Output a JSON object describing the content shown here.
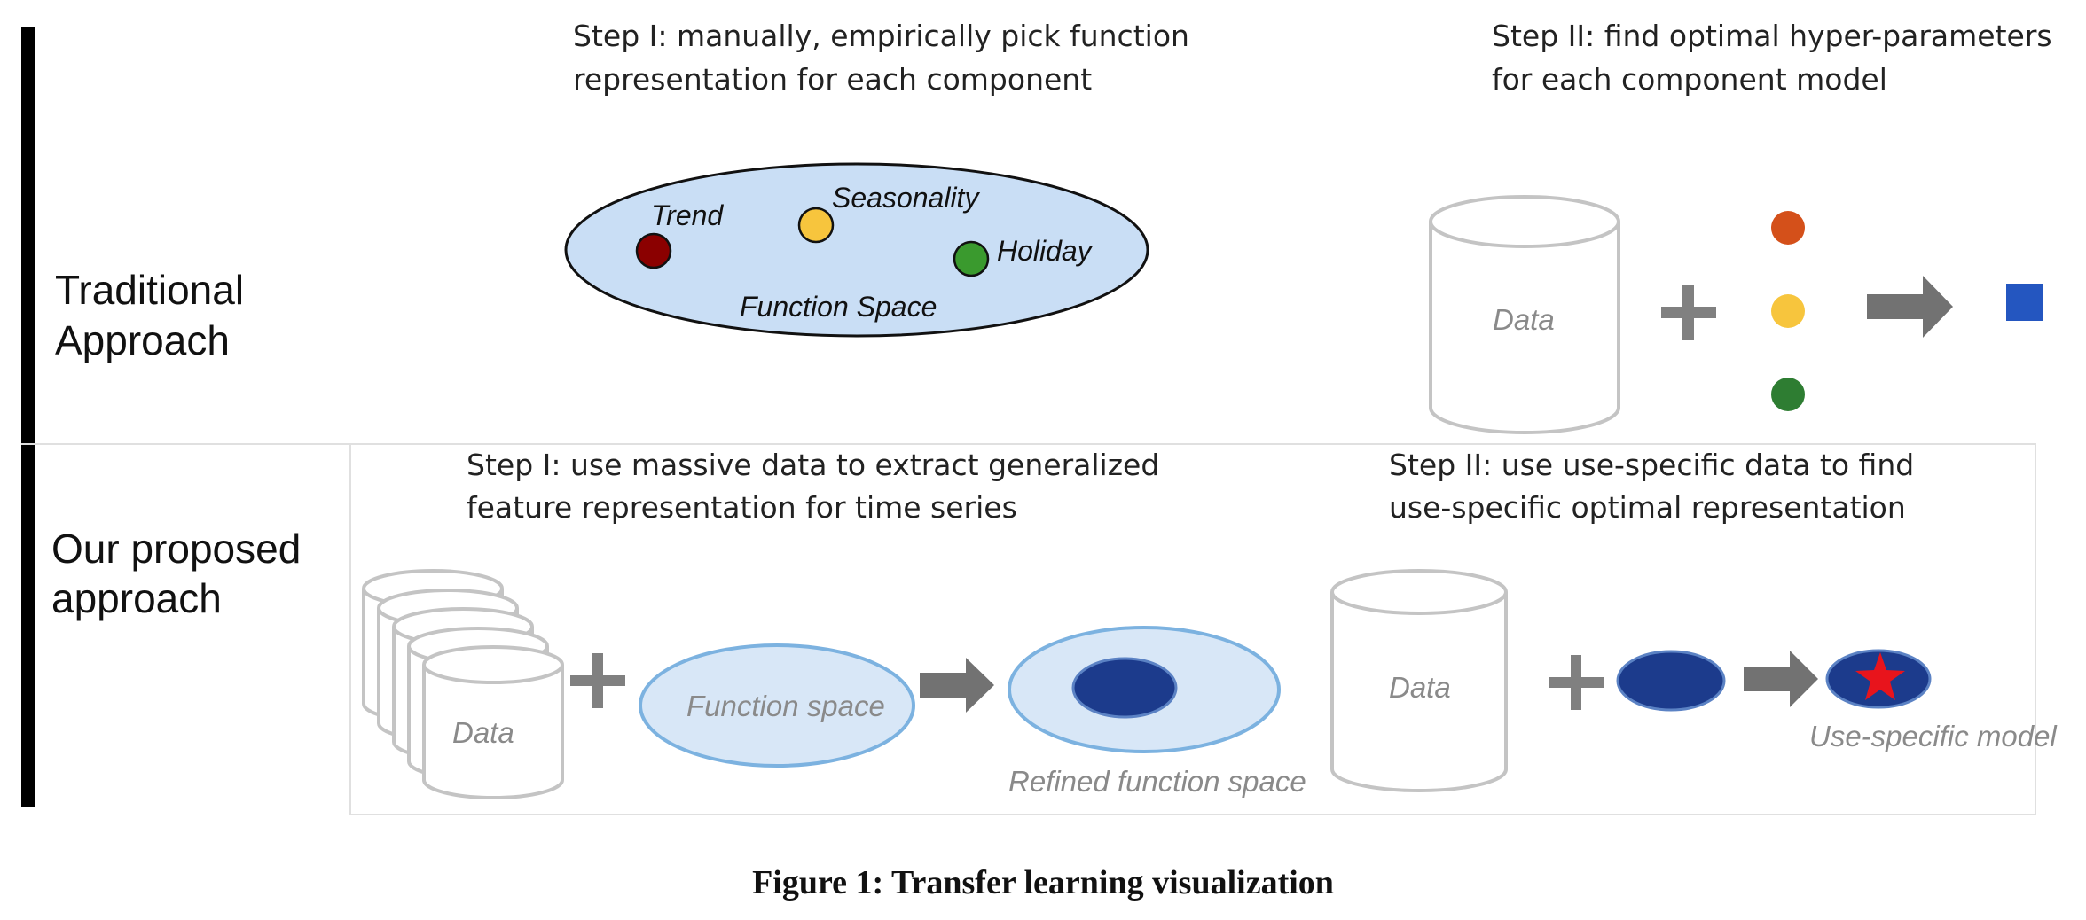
{
  "rows": {
    "traditional": {
      "label_line1": "Traditional",
      "label_line2": "Approach",
      "step1": {
        "line1": "Step I: manually, empirically pick function",
        "line2": "representation for each component"
      },
      "step2": {
        "line1": "Step II: find optimal hyper-parameters",
        "line2": "for each component model"
      },
      "function_space": {
        "label": "Function Space",
        "components": [
          {
            "name": "Trend",
            "color": "#8b0000"
          },
          {
            "name": "Seasonality",
            "color": "#f7c53d"
          },
          {
            "name": "Holiday",
            "color": "#3a9a2e"
          }
        ]
      },
      "data_label": "Data",
      "dot_colors": [
        "#d4501a",
        "#f7c53d",
        "#2e7d32"
      ],
      "output_color": "#2456c0"
    },
    "proposed": {
      "label_line1": "Our proposed",
      "label_line2": "approach",
      "step1": {
        "line1": "Step I: use massive data to extract generalized",
        "line2": "feature representation for time series"
      },
      "step2": {
        "line1": "Step II: use use-specific data to find",
        "line2": "use-specific optimal representation"
      },
      "data_label": "Data",
      "function_space_label": "Function space",
      "refined_label": "Refined function space",
      "data2_label": "Data",
      "model_label": "Use-specific model"
    }
  },
  "colors": {
    "ellipse_fill": "#c9def5",
    "ellipse_light": "#d8e7f7",
    "ellipse_stroke": "#7cb2e0",
    "dark_blue": "#1c3b8c",
    "star": "#e8141c"
  },
  "caption": "Figure 1: Transfer learning visualization"
}
